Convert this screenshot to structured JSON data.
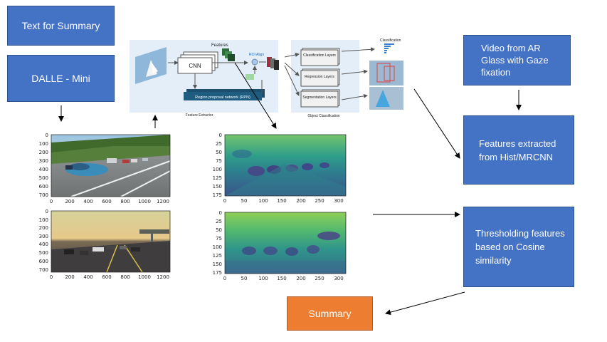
{
  "boxes": {
    "text_for_summary": "Text for Summary",
    "dalle_mini": "DALLE - Mini",
    "video_from_ar": "Video from AR Glass with Gaze fixation",
    "features_extracted": "Features extracted from Hist/MRCNN",
    "thresholding": "Thresholding features based on Cosine similarity",
    "summary": "Summary"
  },
  "maskrcnn": {
    "features": "Features",
    "cnn": "CNN",
    "roi_align": "ROI Align",
    "rpn": "Region proposal network (RPN)",
    "feature_extractor": "Feature Extractor",
    "classification_layers": "Classification Layers",
    "regression_layers": "Regression Layers",
    "segmentation_layers": "Segmentation Layers",
    "object_classification": "Object Classification",
    "classification": "Classification"
  },
  "plots": {
    "image_y_ticks": [
      "0",
      "100",
      "200",
      "300",
      "400",
      "500",
      "600",
      "700"
    ],
    "image_x_ticks": [
      "0",
      "200",
      "400",
      "600",
      "800",
      "1000",
      "1200"
    ],
    "feat_y_ticks": [
      "0",
      "25",
      "50",
      "75",
      "100",
      "125",
      "150",
      "175"
    ],
    "feat_x_ticks": [
      "0",
      "50",
      "100",
      "150",
      "200",
      "250",
      "300"
    ]
  },
  "colors": {
    "blue_box": "#4472c4",
    "orange_box": "#ed7d31"
  }
}
